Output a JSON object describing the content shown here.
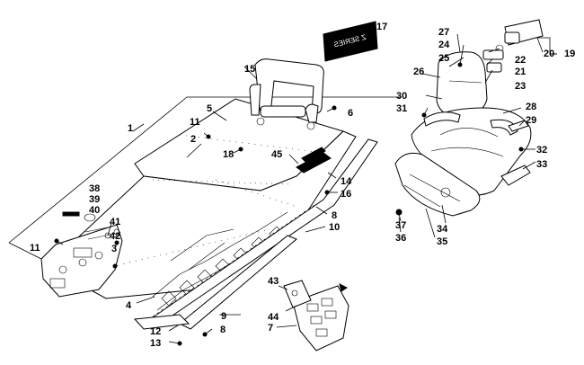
{
  "diagram": {
    "callouts": [
      {
        "id": "c1",
        "text": "1"
      },
      {
        "id": "c2",
        "text": "2"
      },
      {
        "id": "c3",
        "text": "3"
      },
      {
        "id": "c4",
        "text": "4"
      },
      {
        "id": "c5",
        "text": "5"
      },
      {
        "id": "c6",
        "text": "6"
      },
      {
        "id": "c7",
        "text": "7"
      },
      {
        "id": "c8a",
        "text": "8"
      },
      {
        "id": "c8b",
        "text": "8"
      },
      {
        "id": "c9",
        "text": "9"
      },
      {
        "id": "c10",
        "text": "10"
      },
      {
        "id": "c11a",
        "text": "11"
      },
      {
        "id": "c11b",
        "text": "11"
      },
      {
        "id": "c12",
        "text": "12"
      },
      {
        "id": "c13",
        "text": "13"
      },
      {
        "id": "c14",
        "text": "14"
      },
      {
        "id": "c15",
        "text": "15"
      },
      {
        "id": "c16",
        "text": "16"
      },
      {
        "id": "c17",
        "text": "17"
      },
      {
        "id": "c18",
        "text": "18"
      },
      {
        "id": "c19",
        "text": "19"
      },
      {
        "id": "c20",
        "text": "20"
      },
      {
        "id": "c21",
        "text": "21"
      },
      {
        "id": "c22",
        "text": "22"
      },
      {
        "id": "c23",
        "text": "23"
      },
      {
        "id": "c24",
        "text": "24"
      },
      {
        "id": "c25",
        "text": "25"
      },
      {
        "id": "c26",
        "text": "26"
      },
      {
        "id": "c27",
        "text": "27"
      },
      {
        "id": "c28",
        "text": "28"
      },
      {
        "id": "c29",
        "text": "29"
      },
      {
        "id": "c30",
        "text": "30"
      },
      {
        "id": "c31",
        "text": "31"
      },
      {
        "id": "c32",
        "text": "32"
      },
      {
        "id": "c33",
        "text": "33"
      },
      {
        "id": "c34",
        "text": "34"
      },
      {
        "id": "c35",
        "text": "35"
      },
      {
        "id": "c36",
        "text": "36"
      },
      {
        "id": "c37",
        "text": "37"
      },
      {
        "id": "c38",
        "text": "38"
      },
      {
        "id": "c39",
        "text": "39"
      },
      {
        "id": "c40",
        "text": "40"
      },
      {
        "id": "c41",
        "text": "41"
      },
      {
        "id": "c42",
        "text": "42"
      },
      {
        "id": "c43",
        "text": "43"
      },
      {
        "id": "c44",
        "text": "44"
      },
      {
        "id": "c45",
        "text": "45"
      }
    ],
    "decal_text": "Z SERIES"
  }
}
